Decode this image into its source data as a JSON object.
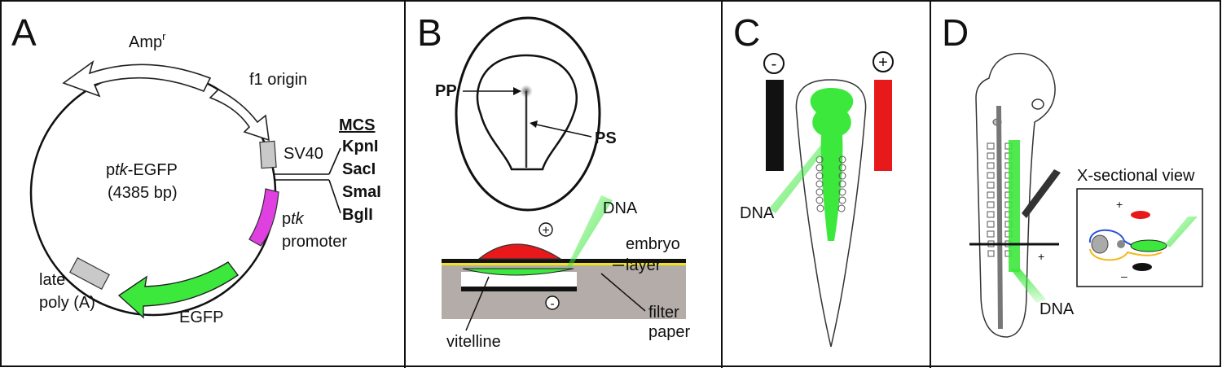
{
  "panels": {
    "a": {
      "letter": "A",
      "plasmid_name_prefix": "p",
      "plasmid_name_italic": "tk",
      "plasmid_name_suffix": "-EGFP",
      "plasmid_size": "(4385 bp)",
      "amp_label": "Amp",
      "amp_superscript": "r",
      "f1_origin": "f1 origin",
      "sv40": "SV40",
      "mcs_title": "MCS",
      "mcs_sites": [
        "KpnI",
        "SacI",
        "SmaI",
        "BglI"
      ],
      "promoter_prefix": "p",
      "promoter_italic": "tk",
      "promoter_line2": "promoter",
      "egfp": "EGFP",
      "late_line1": "late",
      "late_line2": "poly (A)"
    },
    "b": {
      "letter": "B",
      "pp": "PP",
      "ps": "PS",
      "dna": "DNA",
      "plus": "+",
      "minus": "-",
      "embryo_line1": "embryo",
      "embryo_line2": "layer",
      "filter_line1": "filter",
      "filter_line2": "paper",
      "vitelline": "vitelline"
    },
    "c": {
      "letter": "C",
      "minus": "-",
      "plus": "+",
      "dna": "DNA"
    },
    "d": {
      "letter": "D",
      "xsection_title": "X-sectional view",
      "plus": "+",
      "minus": "–",
      "dna": "DNA"
    }
  },
  "colors": {
    "green": "#3de83d",
    "magenta": "#e040e0",
    "red": "#e8191b",
    "grey_box": "#c9c9c9",
    "tray": "#b3aca8",
    "yellow": "#f2e21a",
    "blue": "#2b4fd8"
  },
  "icons": [
    "plus-circle-icon",
    "minus-circle-icon",
    "needle-icon"
  ]
}
